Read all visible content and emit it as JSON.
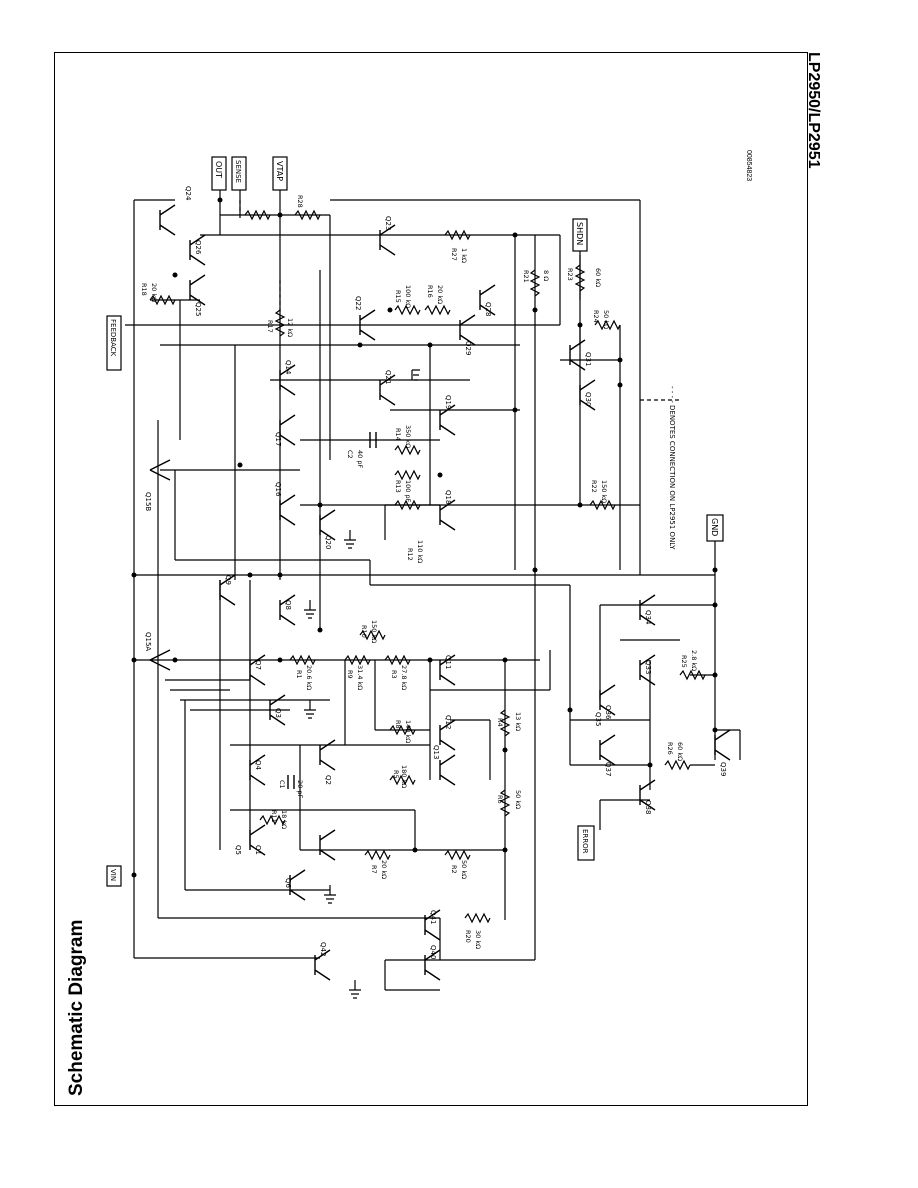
{
  "header": {
    "doc_title": "LP2950/LP2951"
  },
  "section": {
    "title": "Schematic Diagram"
  },
  "figure": {
    "id": "00854823"
  },
  "schematic": {
    "terminals": [
      {
        "id": "out",
        "label": "OUT"
      },
      {
        "id": "sense",
        "label": "SENSE"
      },
      {
        "id": "vtap",
        "label": "VTAP"
      },
      {
        "id": "feedback",
        "label": "FEEDBACK"
      },
      {
        "id": "shdn",
        "label": "SHDN"
      },
      {
        "id": "vin",
        "label": "VIN"
      },
      {
        "id": "gnd",
        "label": "GND"
      },
      {
        "id": "error",
        "label": "ERROR"
      }
    ],
    "transistors": [
      "Q1",
      "Q2",
      "Q3",
      "Q4",
      "Q5",
      "Q6",
      "Q7",
      "Q8",
      "Q9",
      "Q11",
      "Q12",
      "Q13",
      "Q14",
      "Q15A",
      "Q15B",
      "Q16",
      "Q17",
      "Q18",
      "Q19",
      "Q20",
      "Q21",
      "Q22",
      "Q23",
      "Q24",
      "Q25",
      "Q26",
      "Q28",
      "Q29",
      "Q30",
      "Q31",
      "Q33",
      "Q34",
      "Q35",
      "Q36",
      "Q37",
      "Q38",
      "Q39",
      "Q40",
      "Q41",
      "Q42"
    ],
    "resistors": [
      {
        "name": "R1",
        "value": "20.6 kΩ"
      },
      {
        "name": "R2",
        "value": "50 kΩ"
      },
      {
        "name": "R3",
        "value": "27.8 kΩ"
      },
      {
        "name": "R4",
        "value": "13 kΩ"
      },
      {
        "name": "R5",
        "value": "180 kΩ"
      },
      {
        "name": "R6",
        "value": "50 kΩ"
      },
      {
        "name": "R7",
        "value": "20 kΩ"
      },
      {
        "name": "R8",
        "value": "140 kΩ"
      },
      {
        "name": "R9",
        "value": "31.4 kΩ"
      },
      {
        "name": "R10",
        "value": "150 kΩ"
      },
      {
        "name": "R11",
        "value": "18 kΩ"
      },
      {
        "name": "R12",
        "value": "110 kΩ"
      },
      {
        "name": "R13",
        "value": "100 pF"
      },
      {
        "name": "R14",
        "value": "350 kΩ"
      },
      {
        "name": "R15",
        "value": "100 kΩ"
      },
      {
        "name": "R16",
        "value": "20 kΩ"
      },
      {
        "name": "R17",
        "value": "12 kΩ"
      },
      {
        "name": "R18",
        "value": "20 kΩ"
      },
      {
        "name": "R20",
        "value": "30 kΩ"
      },
      {
        "name": "R21",
        "value": "8 Ω"
      },
      {
        "name": "R22",
        "value": "150 kΩ"
      },
      {
        "name": "R23",
        "value": "60 kΩ"
      },
      {
        "name": "R24",
        "value": "50 kΩ"
      },
      {
        "name": "R25",
        "value": "2.8 kΩ"
      },
      {
        "name": "R26",
        "value": "60 kΩ"
      },
      {
        "name": "R27",
        "value": "1 kΩ"
      },
      {
        "name": "R28",
        "value": ""
      }
    ],
    "capacitors": [
      {
        "name": "C1",
        "value": "20 pF"
      },
      {
        "name": "C2",
        "value": "40 pF"
      }
    ],
    "note": "- - - - DENOTES CONNECTION ON LP2951 ONLY"
  }
}
